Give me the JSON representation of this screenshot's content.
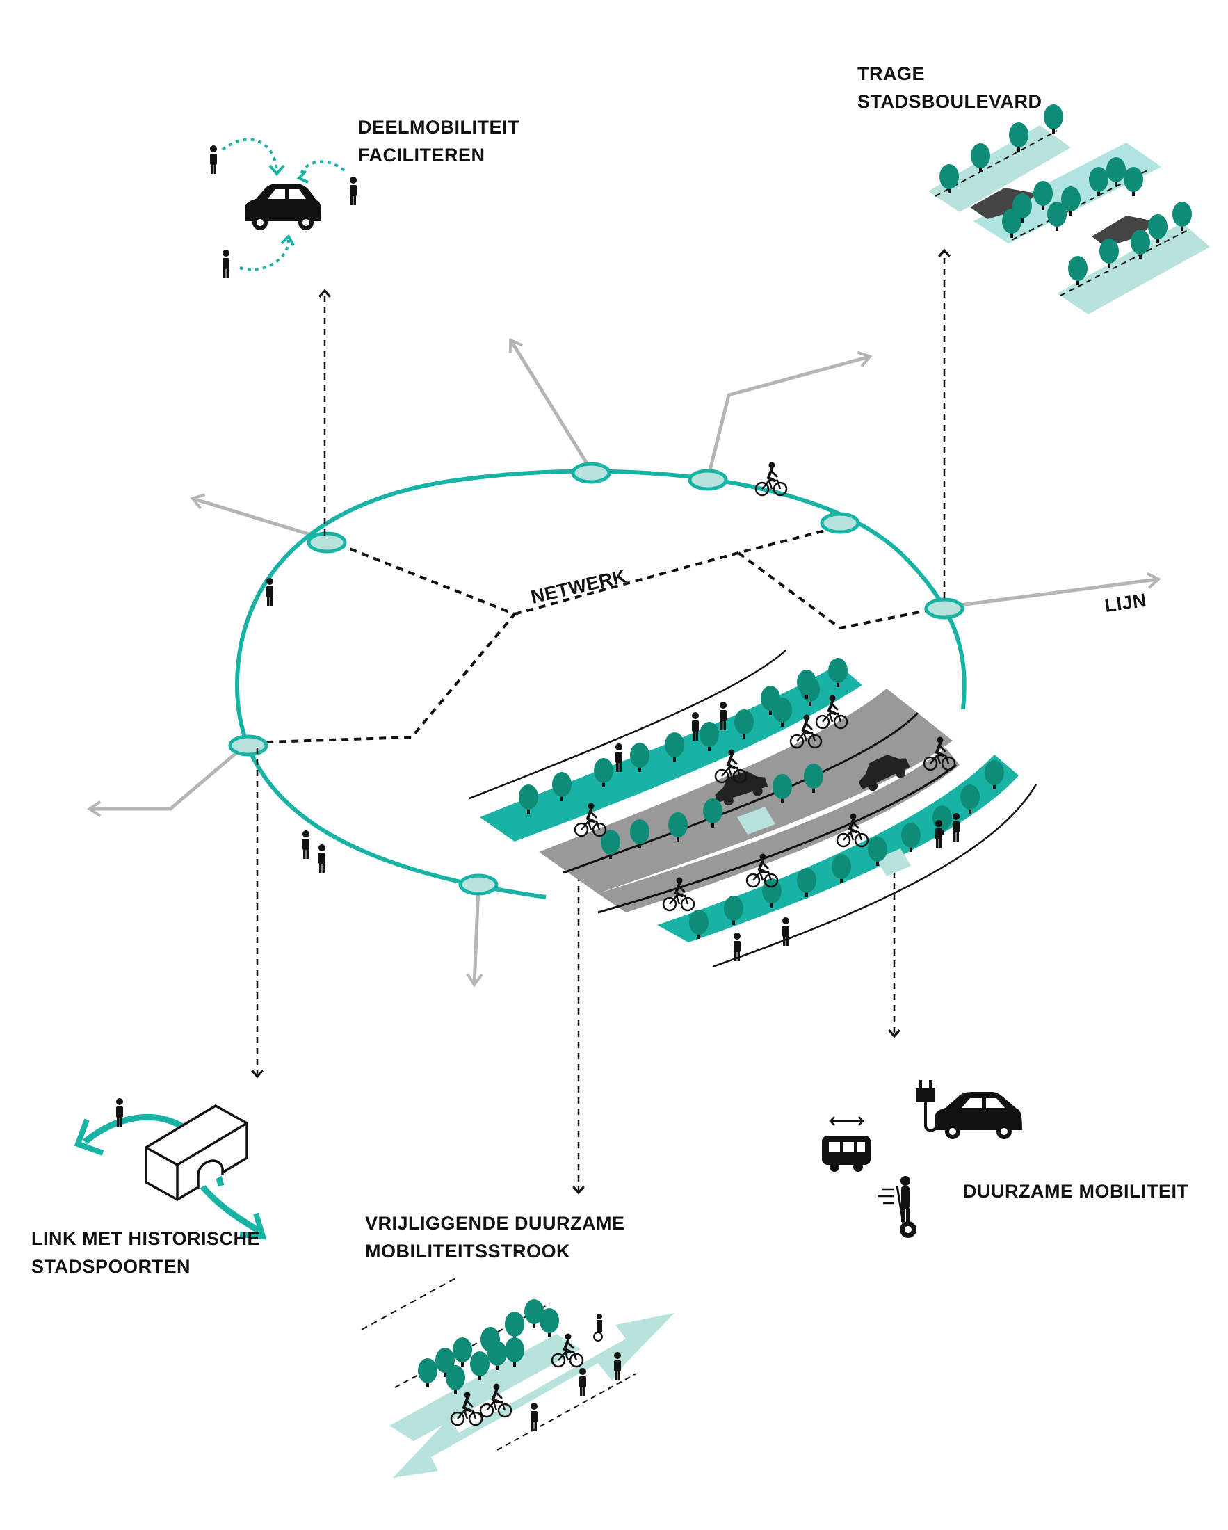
{
  "labels": {
    "deelmobiliteit_line1": "DEELMOBILITEIT",
    "deelmobiliteit_line2": "FACILITEREN",
    "trage_line1": "TRAGE",
    "trage_line2": "STADSBOULEVARD",
    "netwerk": "NETWERK",
    "lijn": "LIJN",
    "link_line1": "LINK MET HISTORISCHE",
    "link_line2": "STADSPOORTEN",
    "vrijliggende_line1": "VRIJLIGGENDE DUURZAME",
    "vrijliggende_line2": "MOBILITEITSSTROOK",
    "duurzame": "DUURZAME MOBILITEIT"
  },
  "colors": {
    "teal": "#19b3a6",
    "teal_light": "#b7e3dc",
    "tree_green": "#0e8c78",
    "road_gray": "#999999",
    "arrow_gray": "#b5b5b5",
    "ink": "#111111"
  },
  "icons": [
    "person-icon",
    "car-icon",
    "cyclist-icon",
    "tree-icon",
    "bus-icon",
    "electric-plug-icon",
    "segway-icon",
    "city-gate-icon"
  ]
}
